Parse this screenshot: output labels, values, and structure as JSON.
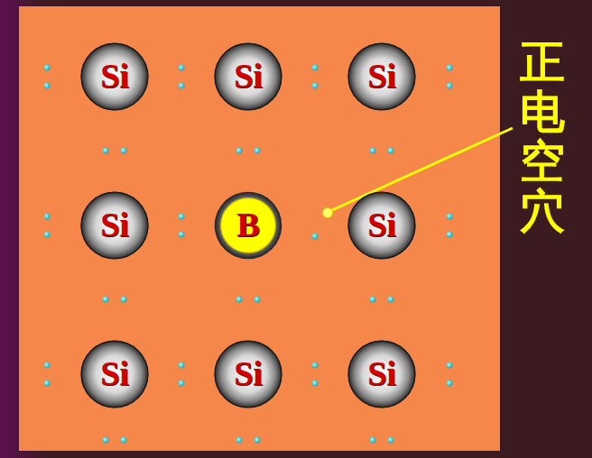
{
  "diagram": {
    "nodes": [
      {
        "text": [
          "Si"
        ]
      },
      {
        "text": [
          "Si"
        ]
      },
      {
        "text": [
          "Si"
        ]
      },
      {
        "text": [
          "Si"
        ]
      },
      {
        "text": [
          "B"
        ]
      },
      {
        "text": [
          "Si"
        ]
      },
      {
        "text": [
          "Si"
        ]
      },
      {
        "text": [
          "Si"
        ]
      },
      {
        "text": [
          "Si"
        ]
      }
    ],
    "labels": [
      "正电空穴"
    ]
  }
}
